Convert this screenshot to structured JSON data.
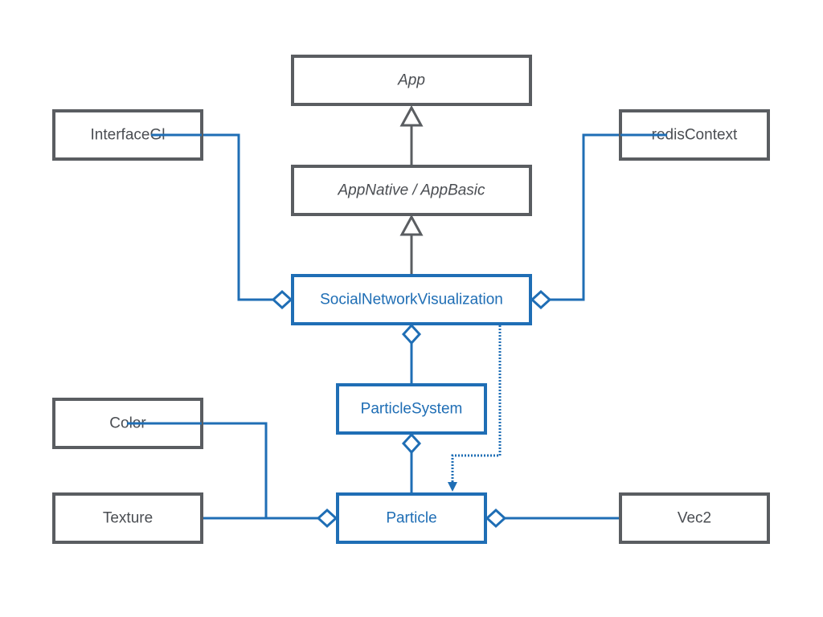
{
  "classes": {
    "app": {
      "label": "App",
      "italic": true
    },
    "app_native": {
      "label": "AppNative / AppBasic",
      "italic": true
    },
    "interface_gl": {
      "label": "InterfaceGl"
    },
    "redis_context": {
      "label": "redisContext"
    },
    "social_network_visualization": {
      "label": "SocialNetworkVisualization"
    },
    "particle_system": {
      "label": "ParticleSystem"
    },
    "particle": {
      "label": "Particle"
    },
    "color": {
      "label": "Color"
    },
    "texture": {
      "label": "Texture"
    },
    "vec2": {
      "label": "Vec2"
    }
  },
  "relationships": [
    {
      "from": "AppNative / AppBasic",
      "to": "App",
      "type": "generalization"
    },
    {
      "from": "SocialNetworkVisualization",
      "to": "AppNative / AppBasic",
      "type": "generalization"
    },
    {
      "from": "InterfaceGl",
      "to": "SocialNetworkVisualization",
      "type": "aggregation"
    },
    {
      "from": "redisContext",
      "to": "SocialNetworkVisualization",
      "type": "aggregation"
    },
    {
      "from": "ParticleSystem",
      "to": "SocialNetworkVisualization",
      "type": "aggregation"
    },
    {
      "from": "Particle",
      "to": "ParticleSystem",
      "type": "aggregation"
    },
    {
      "from": "SocialNetworkVisualization",
      "to": "Particle",
      "type": "dependency"
    },
    {
      "from": "Color",
      "to": "Particle",
      "type": "aggregation"
    },
    {
      "from": "Texture",
      "to": "Particle",
      "type": "aggregation"
    },
    {
      "from": "Vec2",
      "to": "Particle",
      "type": "aggregation"
    }
  ],
  "colors": {
    "gray": "#5a5d61",
    "blue": "#1f6eb5"
  }
}
